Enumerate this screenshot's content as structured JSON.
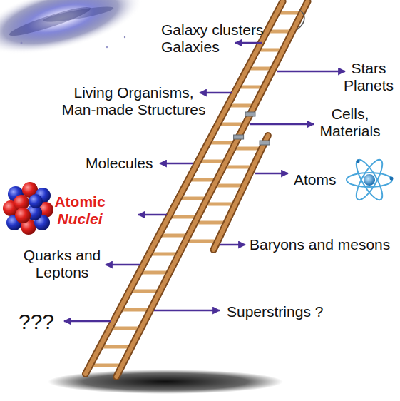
{
  "diagram": {
    "labels": [
      "Galaxy clusters Galaxies",
      "Stars Planets",
      "Living Organisms, Man-made Structures",
      "Cells, Materials",
      "Molecules",
      "Atoms",
      "Atomic Nuclei",
      "Baryons and mesons",
      "Quarks and Leptons",
      "Superstrings ?",
      "???"
    ]
  }
}
